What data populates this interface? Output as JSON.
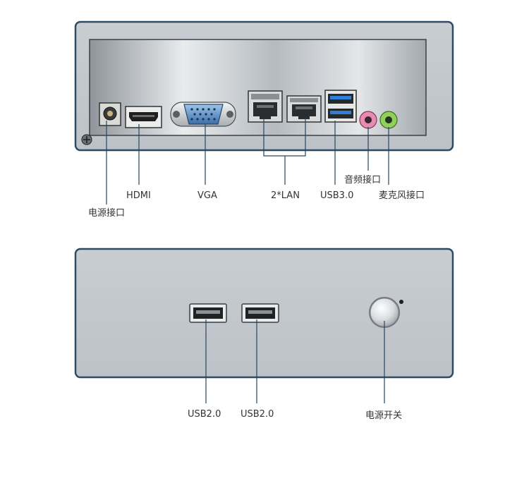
{
  "colors": {
    "background": "#ffffff",
    "panel_border": "#2f4a63",
    "panel_fill": "#c3c8cd",
    "callout_line": "#27455f",
    "label_text": "#333333",
    "audio_port": "#e78bb0",
    "mic_port": "#8fd15a",
    "usb3_tongue": "#2f7fd6"
  },
  "rear_panel": {
    "labels": {
      "power_in": "电源接口",
      "hdmi": "HDMI",
      "vga": "VGA",
      "lan": "2*LAN",
      "usb3": "USB3.0",
      "audio": "音频接口",
      "mic": "麦克风接口"
    }
  },
  "front_panel": {
    "labels": {
      "usb2_left": "USB2.0",
      "usb2_right": "USB2.0",
      "power_switch": "电源开关"
    }
  },
  "icons": [
    "screw-icon",
    "dc-jack-icon",
    "hdmi-port-icon",
    "vga-port-icon",
    "lan-port-icon",
    "usb3-port-icon",
    "audio-jack-icon",
    "mic-jack-icon",
    "usb2-port-icon",
    "power-button-icon",
    "power-led-icon"
  ]
}
